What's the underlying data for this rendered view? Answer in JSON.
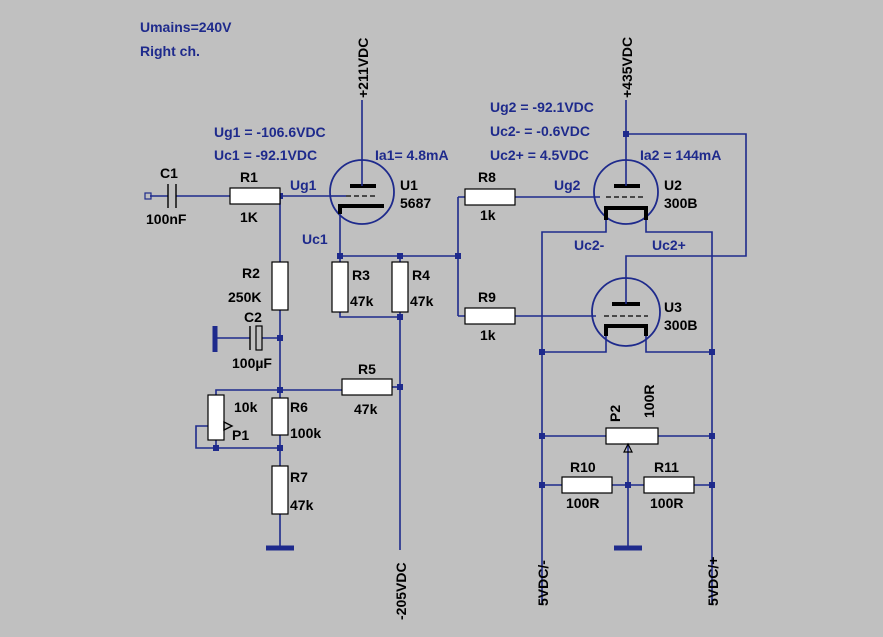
{
  "notes": {
    "mains": "Umains=240V",
    "channel": "Right ch."
  },
  "ops": {
    "ug1": "Ug1 = -106.6VDC",
    "uc1": "Uc1 = -92.1VDC",
    "ia1": "Ia1= 4.8mA",
    "ug2": "Ug2 = -92.1VDC",
    "uc2m": "Uc2- = -0.6VDC",
    "uc2p": "Uc2+ = 4.5VDC",
    "ia2": "Ia2 = 144mA"
  },
  "rails": {
    "b1": "+211VDC",
    "b2": "+435VDC",
    "neg": "-205VDC",
    "fm": "5VDC/-",
    "fp": "5VDC/+"
  },
  "nets": {
    "ug1": "Ug1",
    "uc1": "Uc1",
    "ug2": "Ug2",
    "uc2m": "Uc2-",
    "uc2p": "Uc2+"
  },
  "parts": {
    "c1": {
      "ref": "C1",
      "val": "100nF"
    },
    "r1": {
      "ref": "R1",
      "val": "1K"
    },
    "r2": {
      "ref": "R2",
      "val": "250K"
    },
    "c2": {
      "ref": "C2",
      "val": "100µF"
    },
    "r3": {
      "ref": "R3",
      "val": "47k"
    },
    "r4": {
      "ref": "R4",
      "val": "47k"
    },
    "r5": {
      "ref": "R5",
      "val": "47k"
    },
    "r6": {
      "ref": "R6",
      "val": "100k"
    },
    "p1": {
      "ref": "P1",
      "val": "10k"
    },
    "r7": {
      "ref": "R7",
      "val": "47k"
    },
    "u1": {
      "ref": "U1",
      "val": "5687"
    },
    "r8": {
      "ref": "R8",
      "val": "1k"
    },
    "r9": {
      "ref": "R9",
      "val": "1k"
    },
    "u2": {
      "ref": "U2",
      "val": "300B"
    },
    "u3": {
      "ref": "U3",
      "val": "300B"
    },
    "p2": {
      "ref": "P2",
      "val": "100R"
    },
    "r10": {
      "ref": "R10",
      "val": "100R"
    },
    "r11": {
      "ref": "R11",
      "val": "100R"
    }
  }
}
